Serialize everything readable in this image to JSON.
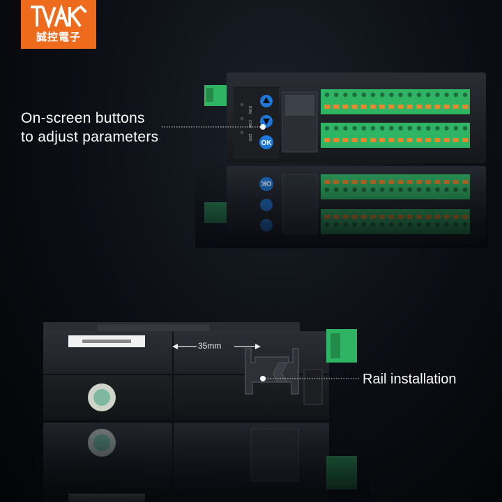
{
  "brand": {
    "logo_text": "誠控電子",
    "logo_color": "#ee6a1c"
  },
  "labels": {
    "buttons_line1": "On-screen buttons",
    "buttons_line2": "to adjust parameters",
    "rail": "Rail installation",
    "dimension": "35mm"
  },
  "device": {
    "ok_button": "OK",
    "indicators": [
      "RUN",
      "COM",
      "ERR"
    ],
    "body_color": "#1b1d21",
    "terminal_color": "#2fb463",
    "clamp_color": "#e8872c",
    "key_color": "#1f78d8"
  }
}
